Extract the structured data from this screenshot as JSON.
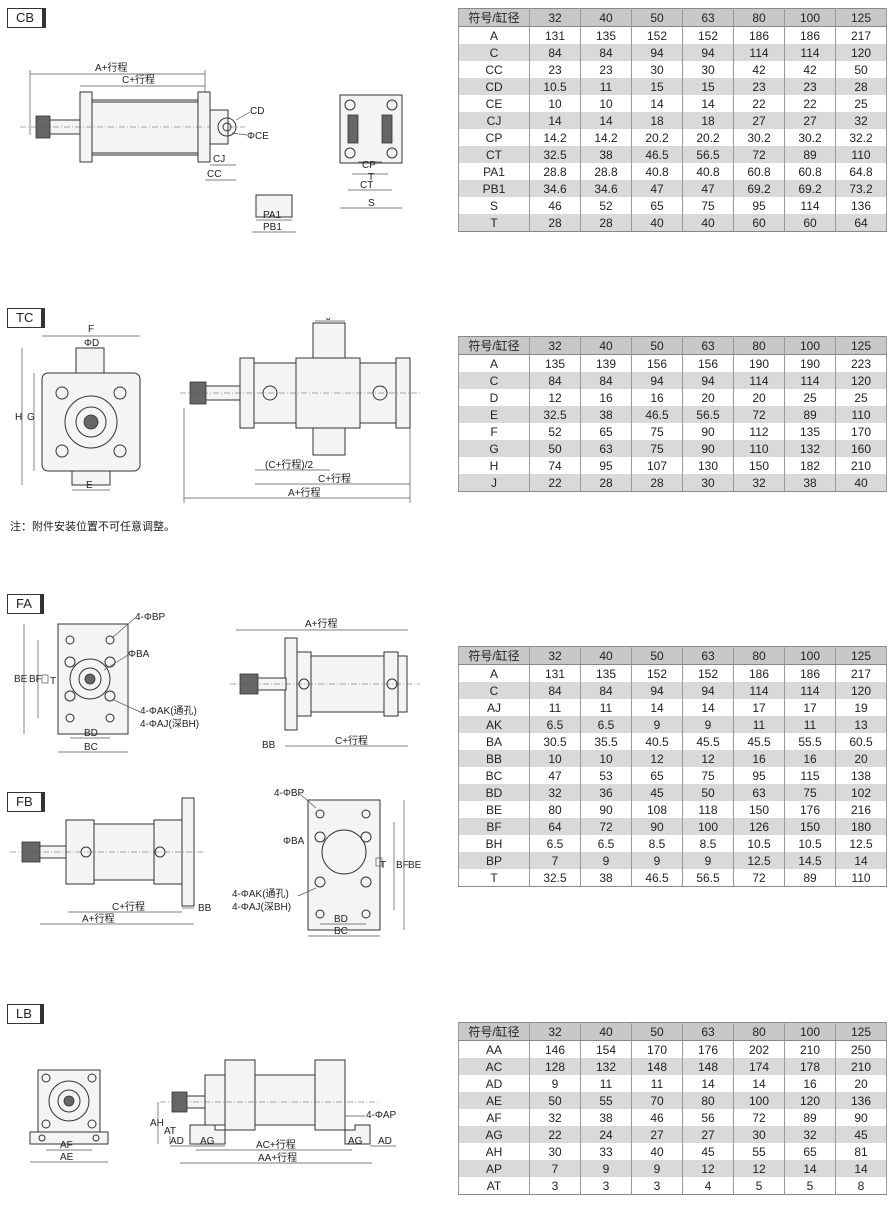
{
  "sections": {
    "cb": {
      "tag": "CB",
      "labels": {
        "a": "A+行程",
        "c": "C+行程",
        "cd": "CD",
        "ce": "ΦCE",
        "cj": "CJ",
        "cc": "CC",
        "pa1": "PA1",
        "pb1": "PB1",
        "cp": "CP",
        "t": "T",
        "ct": "CT",
        "s": "S"
      },
      "table": {
        "header": [
          "符号/缸径",
          "32",
          "40",
          "50",
          "63",
          "80",
          "100",
          "125"
        ],
        "rows": [
          [
            "A",
            "131",
            "135",
            "152",
            "152",
            "186",
            "186",
            "217"
          ],
          [
            "C",
            "84",
            "84",
            "94",
            "94",
            "114",
            "114",
            "120"
          ],
          [
            "CC",
            "23",
            "23",
            "30",
            "30",
            "42",
            "42",
            "50"
          ],
          [
            "CD",
            "10.5",
            "11",
            "15",
            "15",
            "23",
            "23",
            "28"
          ],
          [
            "CE",
            "10",
            "10",
            "14",
            "14",
            "22",
            "22",
            "25"
          ],
          [
            "CJ",
            "14",
            "14",
            "18",
            "18",
            "27",
            "27",
            "32"
          ],
          [
            "CP",
            "14.2",
            "14.2",
            "20.2",
            "20.2",
            "30.2",
            "30.2",
            "32.2"
          ],
          [
            "CT",
            "32.5",
            "38",
            "46.5",
            "56.5",
            "72",
            "89",
            "110"
          ],
          [
            "PA1",
            "28.8",
            "28.8",
            "40.8",
            "40.8",
            "60.8",
            "60.8",
            "64.8"
          ],
          [
            "PB1",
            "34.6",
            "34.6",
            "47",
            "47",
            "69.2",
            "69.2",
            "73.2"
          ],
          [
            "S",
            "46",
            "52",
            "65",
            "75",
            "95",
            "114",
            "136"
          ],
          [
            "T",
            "28",
            "28",
            "40",
            "40",
            "60",
            "60",
            "64"
          ]
        ]
      }
    },
    "tc": {
      "tag": "TC",
      "labels": {
        "f": "F",
        "d": "ΦD",
        "h": "H",
        "g": "G",
        "e": "E",
        "j": "J",
        "half": "(C+行程)/2",
        "c": "C+行程",
        "a": "A+行程"
      },
      "note": "注：附件安装位置不可任意调整。",
      "table": {
        "header": [
          "符号/缸径",
          "32",
          "40",
          "50",
          "63",
          "80",
          "100",
          "125"
        ],
        "rows": [
          [
            "A",
            "135",
            "139",
            "156",
            "156",
            "190",
            "190",
            "223"
          ],
          [
            "C",
            "84",
            "84",
            "94",
            "94",
            "114",
            "114",
            "120"
          ],
          [
            "D",
            "12",
            "16",
            "16",
            "20",
            "20",
            "25",
            "25"
          ],
          [
            "E",
            "32.5",
            "38",
            "46.5",
            "56.5",
            "72",
            "89",
            "110"
          ],
          [
            "F",
            "52",
            "65",
            "75",
            "90",
            "112",
            "135",
            "170"
          ],
          [
            "G",
            "50",
            "63",
            "75",
            "90",
            "110",
            "132",
            "160"
          ],
          [
            "H",
            "74",
            "95",
            "107",
            "130",
            "150",
            "182",
            "210"
          ],
          [
            "J",
            "22",
            "28",
            "28",
            "30",
            "32",
            "38",
            "40"
          ]
        ]
      }
    },
    "fa": {
      "tag": "FA",
      "labels": {
        "bp": "4-ΦBP",
        "ba": "ΦBA",
        "be": "BE",
        "bf": "BF",
        "t": "T",
        "ak": "4-ΦAK(通孔)",
        "aj": "4-ΦAJ(深BH)",
        "bd": "BD",
        "bc": "BC",
        "a": "A+行程",
        "bb": "BB",
        "c": "C+行程"
      },
      "table": {
        "header": [
          "符号/缸径",
          "32",
          "40",
          "50",
          "63",
          "80",
          "100",
          "125"
        ],
        "rows": [
          [
            "A",
            "131",
            "135",
            "152",
            "152",
            "186",
            "186",
            "217"
          ],
          [
            "C",
            "84",
            "84",
            "94",
            "94",
            "114",
            "114",
            "120"
          ],
          [
            "AJ",
            "11",
            "11",
            "14",
            "14",
            "17",
            "17",
            "19"
          ],
          [
            "AK",
            "6.5",
            "6.5",
            "9",
            "9",
            "11",
            "11",
            "13"
          ],
          [
            "BA",
            "30.5",
            "35.5",
            "40.5",
            "45.5",
            "45.5",
            "55.5",
            "60.5"
          ],
          [
            "BB",
            "10",
            "10",
            "12",
            "12",
            "16",
            "16",
            "20"
          ],
          [
            "BC",
            "47",
            "53",
            "65",
            "75",
            "95",
            "115",
            "138"
          ],
          [
            "BD",
            "32",
            "36",
            "45",
            "50",
            "63",
            "75",
            "102"
          ],
          [
            "BE",
            "80",
            "90",
            "108",
            "118",
            "150",
            "176",
            "216"
          ],
          [
            "BF",
            "64",
            "72",
            "90",
            "100",
            "126",
            "150",
            "180"
          ],
          [
            "BH",
            "6.5",
            "6.5",
            "8.5",
            "8.5",
            "10.5",
            "10.5",
            "12.5"
          ],
          [
            "BP",
            "7",
            "9",
            "9",
            "9",
            "12.5",
            "14.5",
            "14"
          ],
          [
            "T",
            "32.5",
            "38",
            "46.5",
            "56.5",
            "72",
            "89",
            "110"
          ]
        ]
      }
    },
    "fb": {
      "tag": "FB",
      "labels": {
        "c": "C+行程",
        "a": "A+行程",
        "bb": "BB",
        "bp": "4-ΦBP",
        "ba": "ΦBA",
        "t": "T",
        "bf": "BF",
        "be": "BE",
        "ak": "4-ΦAK(通孔)",
        "aj": "4-ΦAJ(深BH)",
        "bd": "BD",
        "bc": "BC"
      }
    },
    "lb": {
      "tag": "LB",
      "labels": {
        "af": "AF",
        "ae": "AE",
        "ah": "AH",
        "at": "AT",
        "ad": "AD",
        "ag": "AG",
        "ac": "AC+行程",
        "aa": "AA+行程",
        "ap": "4-ΦAP"
      },
      "table": {
        "header": [
          "符号/缸径",
          "32",
          "40",
          "50",
          "63",
          "80",
          "100",
          "125"
        ],
        "rows": [
          [
            "AA",
            "146",
            "154",
            "170",
            "176",
            "202",
            "210",
            "250"
          ],
          [
            "AC",
            "128",
            "132",
            "148",
            "148",
            "174",
            "178",
            "210"
          ],
          [
            "AD",
            "9",
            "11",
            "11",
            "14",
            "14",
            "16",
            "20"
          ],
          [
            "AE",
            "50",
            "55",
            "70",
            "80",
            "100",
            "120",
            "136"
          ],
          [
            "AF",
            "32",
            "38",
            "46",
            "56",
            "72",
            "89",
            "90"
          ],
          [
            "AG",
            "22",
            "24",
            "27",
            "27",
            "30",
            "32",
            "45"
          ],
          [
            "AH",
            "30",
            "33",
            "40",
            "45",
            "55",
            "65",
            "81"
          ],
          [
            "AP",
            "7",
            "9",
            "9",
            "12",
            "12",
            "14",
            "14"
          ],
          [
            "AT",
            "3",
            "3",
            "3",
            "4",
            "5",
            "5",
            "8"
          ]
        ]
      }
    }
  }
}
